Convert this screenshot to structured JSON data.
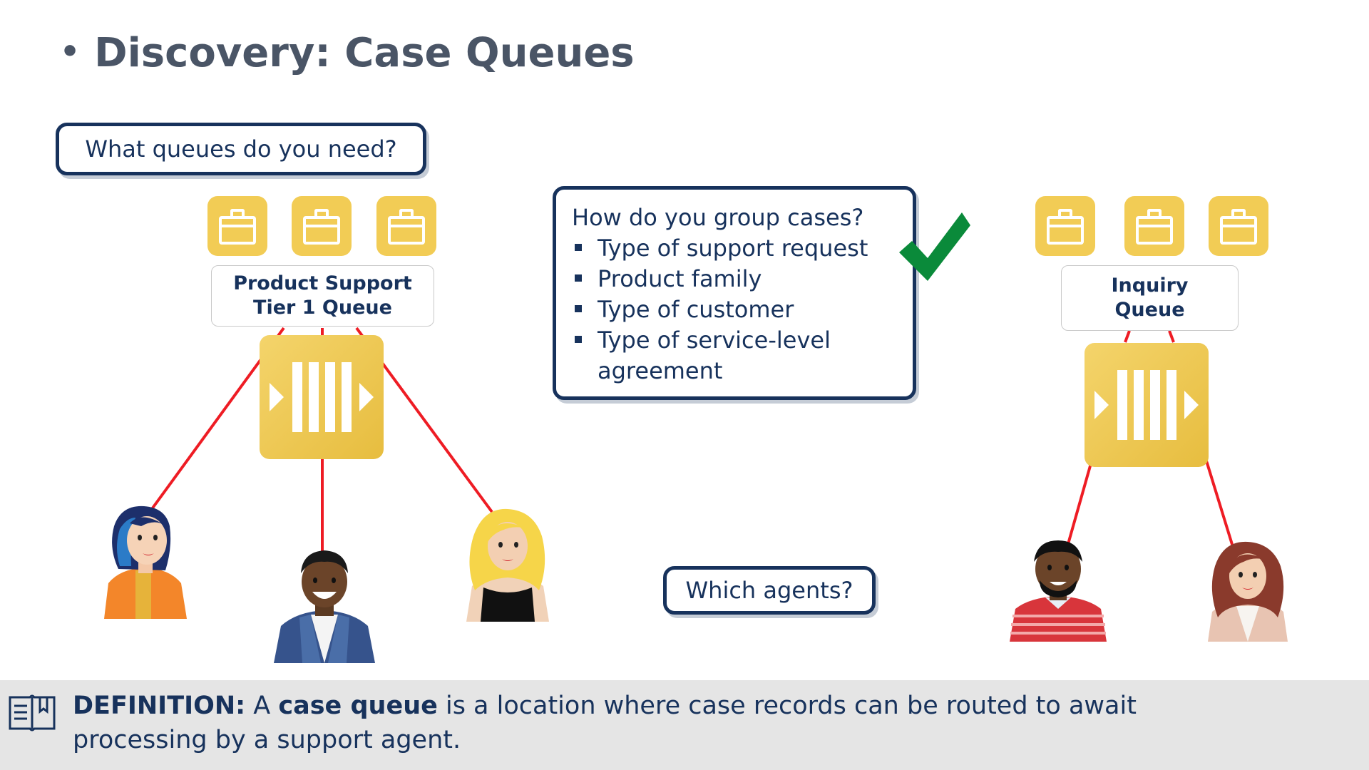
{
  "title": "Discovery: Case Queues",
  "callouts": {
    "queues_question": "What queues do you need?",
    "agents_question": "Which agents?",
    "group_heading": "How do you group cases?",
    "group_items": [
      "Type of support request",
      "Product family",
      "Type of customer",
      "Type of service-level agreement"
    ]
  },
  "queues": [
    {
      "label_line1": "Product Support",
      "label_line2": "Tier 1 Queue"
    },
    {
      "label_line1": "Inquiry",
      "label_line2": "Queue"
    }
  ],
  "definition": {
    "lead": "DEFINITION:",
    "pre": " A ",
    "term": "case queue",
    "rest": " is a location where case records can be routed to await processing by a support agent."
  },
  "colors": {
    "navy": "#17325c",
    "gold": "#f2cc55",
    "line_red": "#ee1c24",
    "check_green": "#0a8a3a",
    "def_bar": "#e5e5e5"
  },
  "icons": [
    "briefcase-icon",
    "queue-icon",
    "check-icon",
    "book-icon"
  ]
}
